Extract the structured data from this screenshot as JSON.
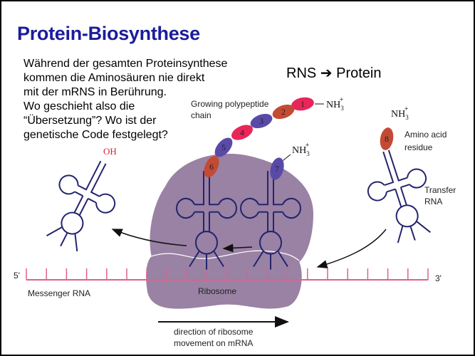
{
  "title": "Protein-Biosynthese",
  "question_lines": [
    "Während der gesamten Proteinsynthese",
    "kommen die Aminosäuren nie direkt",
    "mit der mRNS in Berührung.",
    "Wo geschieht also die",
    "“Übersetzung”? Wo ist der",
    "genetische Code festgelegt?"
  ],
  "rns_protein": {
    "from": "RNS",
    "arrow": "➔",
    "to": "Protein"
  },
  "diagram": {
    "growing_chain_label": [
      "Growing polypeptide",
      "chain"
    ],
    "nh3": "NH",
    "nh3_sub": "3",
    "nh3_sup": "+",
    "oh": "OH",
    "amino_acid_label": [
      "Amino acid",
      "residue"
    ],
    "transfer_rna_label": [
      "Transfer",
      "RNA"
    ],
    "five_prime": "5'",
    "three_prime": "3'",
    "messenger_rna_label": "Messenger RNA",
    "ribosome_label": "Ribosome",
    "direction_label": [
      "direction of ribosome",
      "movement on mRNA"
    ],
    "beads": [
      "1",
      "2",
      "3",
      "4",
      "5",
      "6",
      "7",
      "8"
    ],
    "colors": {
      "red": "#e8265a",
      "brown": "#c44a34",
      "purple": "#5a4aa8",
      "ribosome": "#9a82a4",
      "mrna": "#e0608a",
      "trna": "#24246e",
      "title": "#1c1c9c"
    }
  }
}
